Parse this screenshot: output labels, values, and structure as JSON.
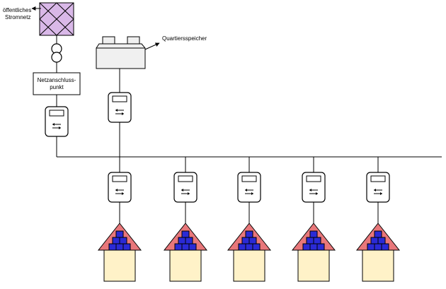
{
  "labels": {
    "grid_line1": "öffentliches",
    "grid_line2": "Stromnetz",
    "storage": "Quartiersspeicher",
    "connection_line1": "Netzanschluss-",
    "connection_line2": "punkt"
  },
  "colors": {
    "grid_fill": "#d9b8e8",
    "roof": "#e8777a",
    "panel": "#2a2ad6",
    "wall": "#fff2c8",
    "storage_fill": "#f0f0f0"
  },
  "icons": {
    "meter": "bidirectional-meter-icon",
    "transformer": "transformer-icon",
    "house": "house-with-solar-icon"
  },
  "house_count": 5
}
